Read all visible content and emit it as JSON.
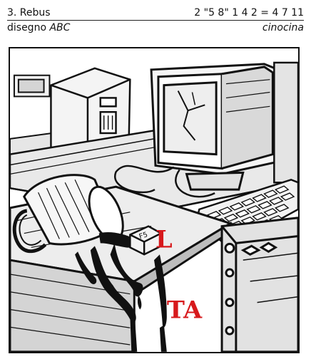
{
  "rebus": {
    "title": "3. Rebus",
    "formula": "2 \"5 8\" 1 4 2 = 4 7 11",
    "credit_prefix": "disegno",
    "credit_name": "ABC",
    "author": "cinocina"
  },
  "illustration": {
    "key_label": "F5",
    "letter_on_cup": "L",
    "letters_low": "TA",
    "letter_color": "#d7191c"
  }
}
